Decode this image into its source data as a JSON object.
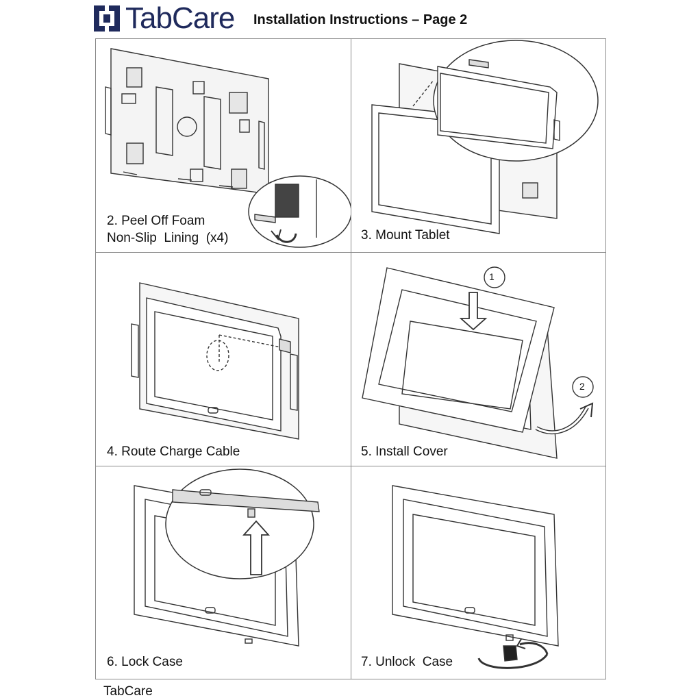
{
  "header": {
    "logo_text": "TabCare",
    "logo_color": "#1f2a5c",
    "page_title": "Installation Instructions – Page 2"
  },
  "steps": [
    {
      "caption_line1": "2. Peel Off Foam",
      "caption_line2": "Non-Slip  Lining  (x4)"
    },
    {
      "caption_line1": "3. Mount Tablet"
    },
    {
      "caption_line1": "4. Route Charge Cable"
    },
    {
      "caption_line1": "5. Install Cover",
      "marker1": "1",
      "marker2": "2"
    },
    {
      "caption_line1": "6. Lock Case"
    },
    {
      "caption_line1": "7. Unlock  Case"
    }
  ],
  "footer": {
    "text": "TabCare"
  }
}
